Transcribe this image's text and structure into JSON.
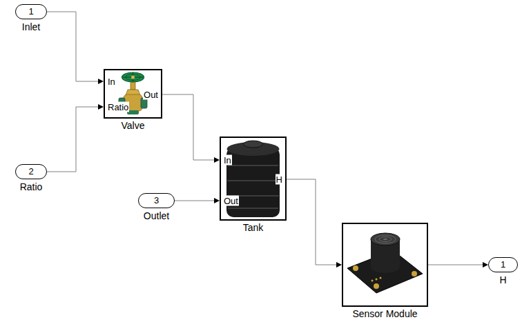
{
  "diagram": {
    "nodes": [
      {
        "text": [
          "1",
          "Inlet"
        ]
      },
      {
        "text": [
          "In",
          "Ratio",
          "Out",
          "Valve"
        ]
      },
      {
        "text": [
          "In",
          "Out",
          "H",
          "Tank"
        ]
      },
      {
        "text": [
          "2",
          "Ratio"
        ]
      },
      {
        "text": [
          "3",
          "Outlet"
        ]
      },
      {
        "text": [
          "Sensor Module"
        ]
      },
      {
        "text": [
          "1",
          "H"
        ]
      }
    ],
    "edges": [
      {
        "from": 0,
        "to": 1,
        "arrow": "to"
      },
      {
        "from": 3,
        "to": 1,
        "arrow": "to"
      },
      {
        "from": 1,
        "to": 2,
        "arrow": "to"
      },
      {
        "from": 4,
        "to": 2,
        "arrow": "to"
      },
      {
        "from": 2,
        "to": 5,
        "arrow": "to"
      },
      {
        "from": 5,
        "to": 6,
        "arrow": "to"
      }
    ]
  }
}
